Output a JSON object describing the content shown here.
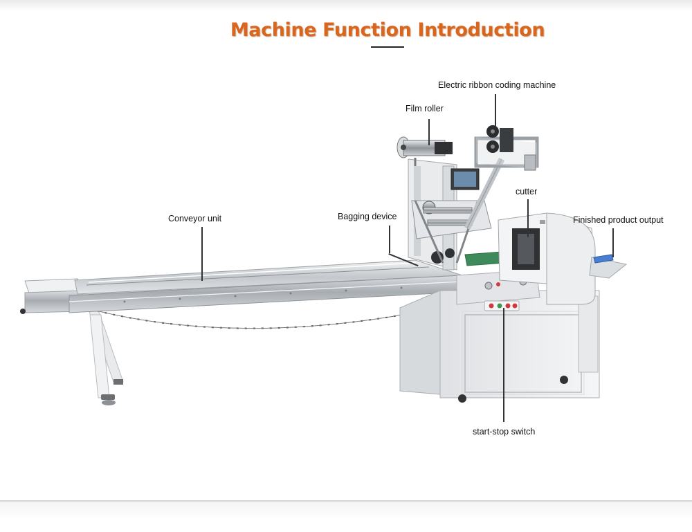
{
  "title": "Machine Function Introduction",
  "labels": {
    "ribbon_coder": "Electric ribbon coding machine",
    "film_roller": "Film roller",
    "cutter": "cutter",
    "conveyor": "Conveyor unit",
    "bagging": "Bagging device",
    "output": "Finished product output",
    "switch": "start-stop switch"
  },
  "colors": {
    "title": "#d9661e",
    "steel": "#c9cdd1",
    "cabinet": "#eceef0",
    "belt": "#3f8a5a",
    "output_tray": "#4a7fd0",
    "button_red": "#d23a3a",
    "button_green": "#3a9a4a"
  }
}
